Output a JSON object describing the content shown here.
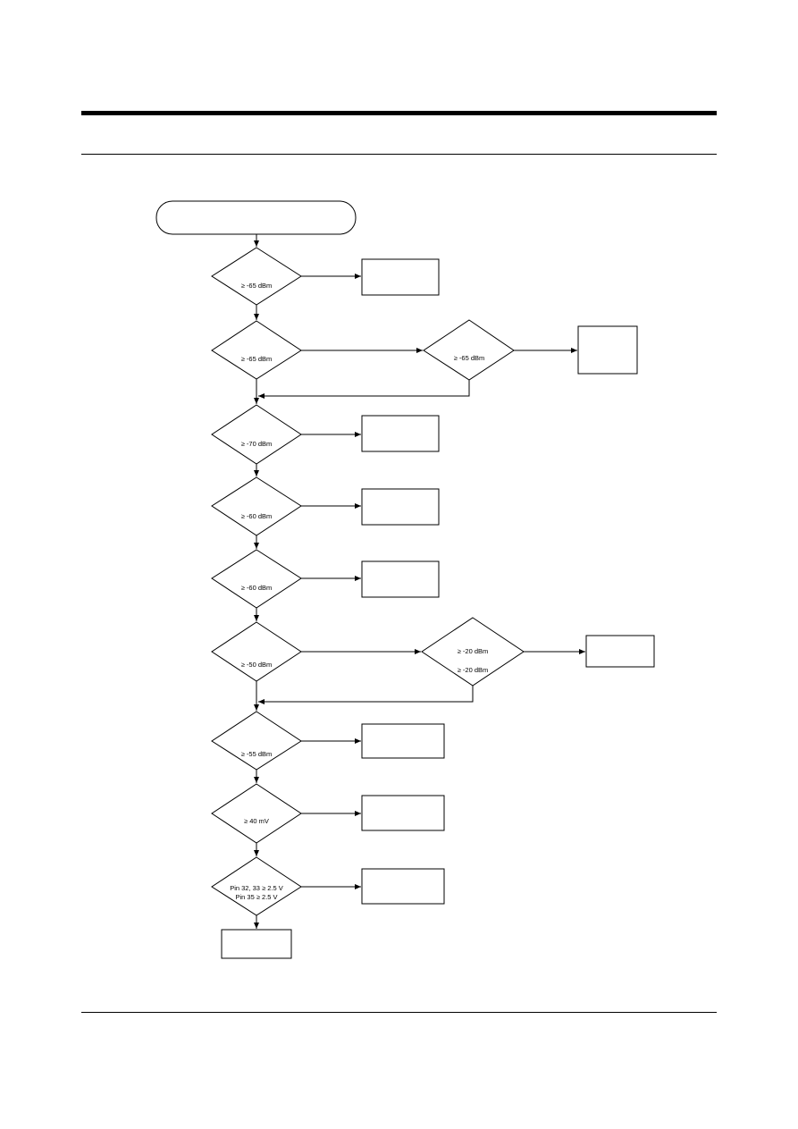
{
  "diamonds": {
    "d1": [
      "≥ -65 dBm"
    ],
    "d2": [
      "≥ -65 dBm"
    ],
    "d2b": [
      "≥ -65 dBm"
    ],
    "d3": [
      "≥ -70 dBm"
    ],
    "d4": [
      "≥ -60 dBm"
    ],
    "d5": [
      "≥ -60 dBm"
    ],
    "d6": [
      "≥ -50 dBm"
    ],
    "d6b": [
      "≥ -20 dBm",
      "≥ -20 dBm"
    ],
    "d7": [
      "≥ -55 dBm"
    ],
    "d8": [
      "≥ 40 mV"
    ],
    "d9": [
      "Pin 32, 33 ≥ 2.5 V",
      "Pin 35 ≥ 2.5 V"
    ]
  }
}
